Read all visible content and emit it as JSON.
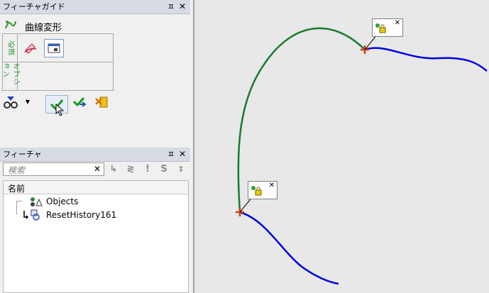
{
  "feature_guide": {
    "title": "フィーチャガイド",
    "pin": "ㅍ",
    "close": "✕",
    "command": "曲線変形",
    "tabs": [
      "必須",
      "オプション"
    ]
  },
  "features_panel": {
    "title": "フィーチャ",
    "pin": "ㅍ",
    "close": "✕",
    "search_placeholder": "検索",
    "search_clear": "✕",
    "filter_buttons": [
      "↳",
      "≷",
      "!",
      "S",
      "↕"
    ],
    "column_header": "名前",
    "items": [
      {
        "label": "Objects"
      },
      {
        "label": "ResetHistory161"
      }
    ]
  },
  "canvas": {
    "handle_close": "✕",
    "colors": {
      "edited_curve": "#1a7a2e",
      "original_curve": "#0000e6",
      "endpoint_marker": "#d04010"
    }
  }
}
